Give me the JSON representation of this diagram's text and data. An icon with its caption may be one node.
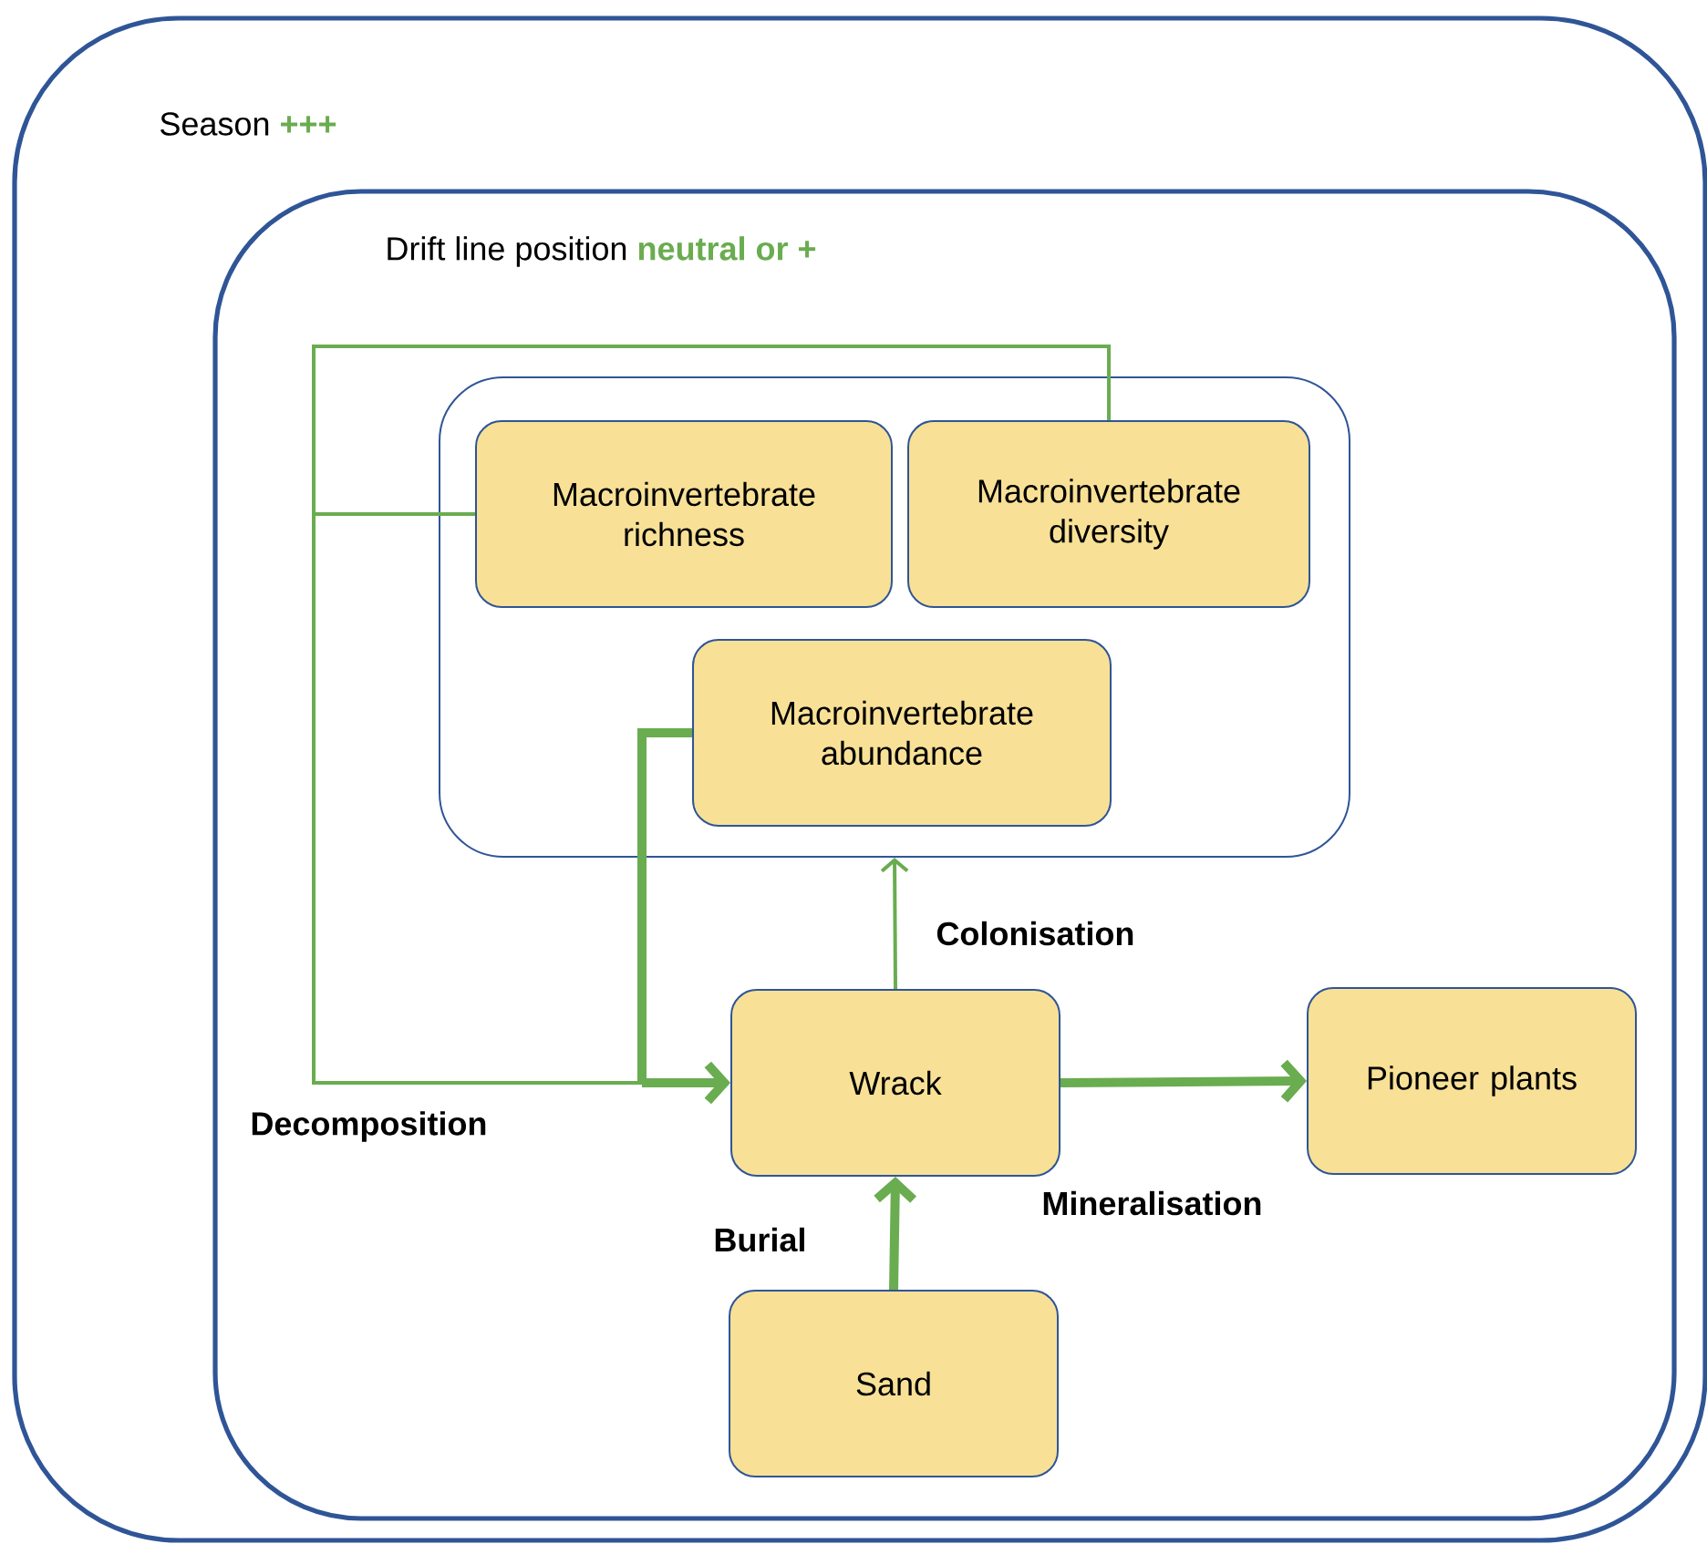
{
  "diagram": {
    "nodes": [
      {
        "text": [
          "Season",
          "+++"
        ]
      },
      {
        "text": [
          "Drift line position",
          "neutral or +"
        ],
        "in": 0
      },
      {
        "text": [],
        "shape": "box",
        "in": 1
      },
      {
        "text": [
          "Macroinvertebrate richness"
        ],
        "in": 2
      },
      {
        "text": [
          "Macroinvertebrate diversity"
        ],
        "in": 2
      },
      {
        "text": [
          "Macroinvertebrate abundance"
        ],
        "in": 2
      },
      {
        "text": [
          "Wrack"
        ],
        "in": 1
      },
      {
        "text": [
          "Pioneer plants"
        ],
        "in": 1
      },
      {
        "text": [
          "Sand"
        ],
        "in": 1
      }
    ],
    "edges": [
      {
        "from": 3,
        "to": 6,
        "arrow": "to",
        "label": "Decomposition"
      },
      {
        "from": 4,
        "to": 6,
        "arrow": "to"
      },
      {
        "from": 5,
        "to": 6,
        "arrow": "to",
        "style": "thick"
      },
      {
        "from": 6,
        "to": 2,
        "arrow": "to",
        "label": "Colonisation"
      },
      {
        "from": 6,
        "to": 7,
        "arrow": "to",
        "style": "thick",
        "label": "Mineralisation"
      },
      {
        "from": 8,
        "to": 6,
        "arrow": "to",
        "style": "thick",
        "label": "Burial"
      }
    ]
  }
}
